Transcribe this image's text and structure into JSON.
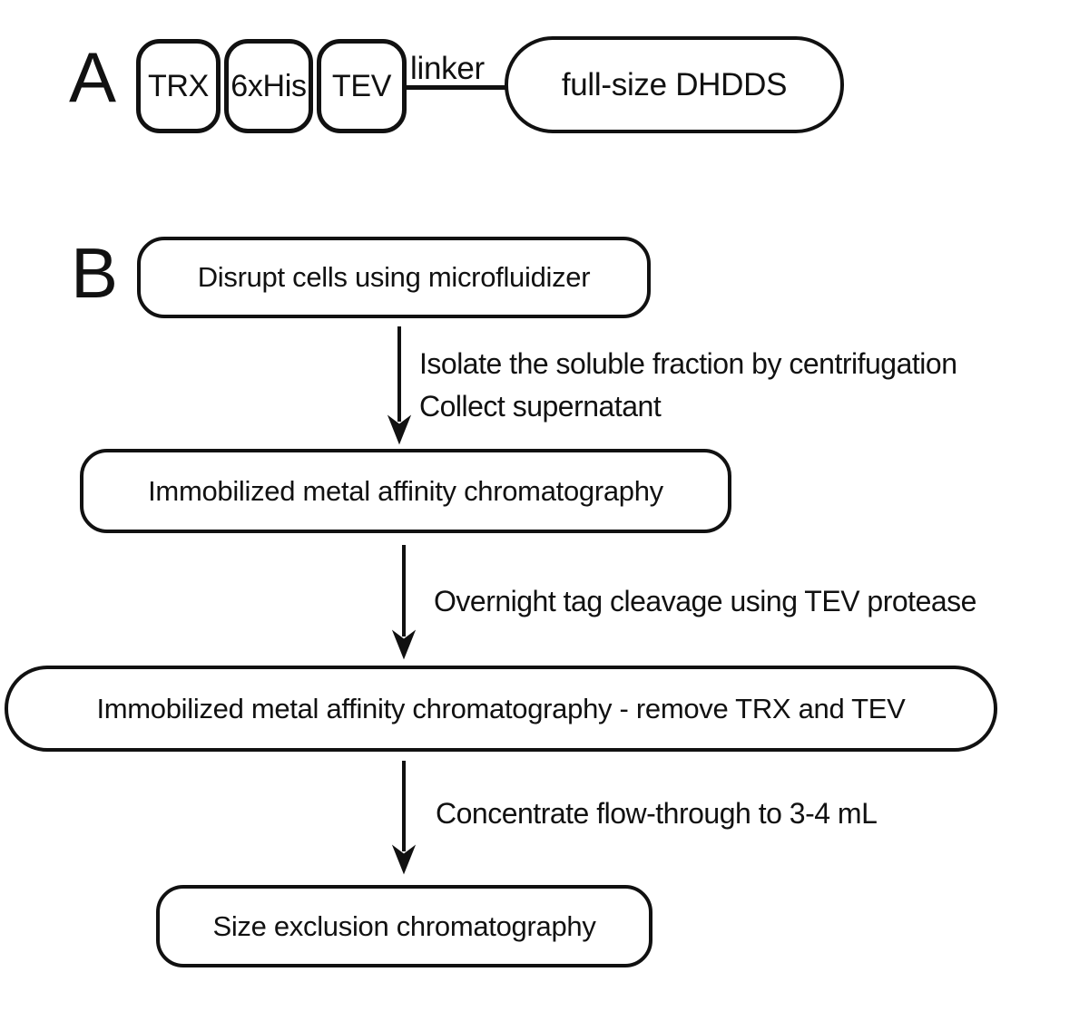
{
  "colors": {
    "ink": "#111111",
    "background": "#ffffff"
  },
  "panel_a": {
    "label": "A",
    "tags": [
      {
        "label": "TRX"
      },
      {
        "label": "6xHis"
      },
      {
        "label": "TEV"
      }
    ],
    "linker_label": "linker",
    "main_box_label": "full-size DHDDS"
  },
  "panel_b": {
    "label": "B",
    "steps": [
      "Disrupt cells using microfluidizer",
      "Immobilized metal affinity chromatography",
      "Immobilized metal affinity chromatography - remove TRX and TEV",
      "Size exclusion chromatography"
    ],
    "transitions": [
      {
        "lines": [
          "Isolate the soluble fraction by centrifugation",
          "Collect supernatant"
        ]
      },
      {
        "lines": [
          "Overnight tag cleavage using TEV protease"
        ]
      },
      {
        "lines": [
          "Concentrate flow-through to 3-4 mL"
        ]
      }
    ]
  }
}
